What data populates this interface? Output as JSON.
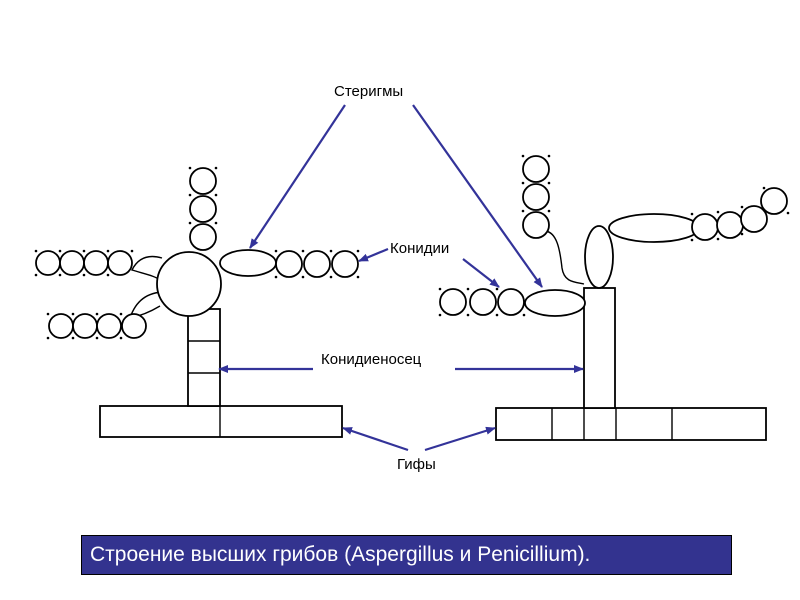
{
  "labels": {
    "sterigmy": "Стеригмы",
    "konidii": "Конидии",
    "konidienosec": "Конидиеносец",
    "gify": "Гифы"
  },
  "caption": "Строение высших грибов (Aspergillus и Penicillium).",
  "colors": {
    "arrow": "#333399",
    "caption_bg": "#33338f",
    "caption_text": "#ffffff",
    "outline": "#000000"
  }
}
